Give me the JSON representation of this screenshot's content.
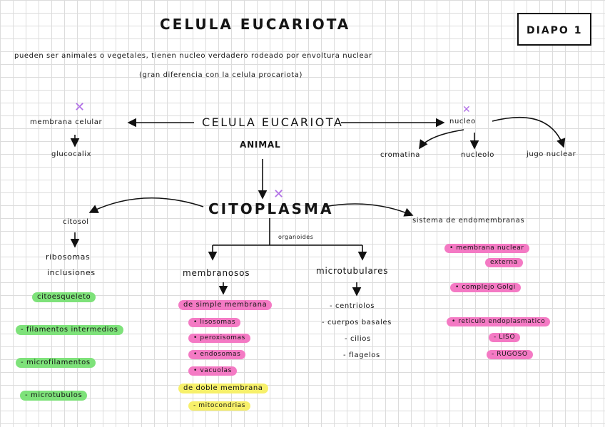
{
  "title": "CELULA    EUCARIOTA",
  "slide_label": "DIAPO 1",
  "intro_line1": "pueden ser animales o vegetales, tienen nucleo verdadero rodeado por envoltura nuclear",
  "intro_line2": "(gran diferencia con la celula procariota)",
  "center": {
    "line1": "CELULA EUCARIOTA",
    "line2": "ANIMAL"
  },
  "membrana": {
    "label": "membrana celular",
    "child": "glucocalix"
  },
  "nucleo": {
    "label": "nucleo",
    "children": [
      "cromatina",
      "nucleolo",
      "jugo nuclear"
    ]
  },
  "citoplasma": {
    "label": "CITOPLASMA",
    "branch_label": "organoides"
  },
  "citosol": {
    "label": "citosol",
    "children": [
      "ribosomas",
      "inclusiones"
    ],
    "highlights": [
      "citoesqueleto",
      "- filamentos intermedios",
      "- microfilamentos",
      "- microtubulos"
    ]
  },
  "membranosos": {
    "label": "membranosos",
    "simple": "de simple membrana",
    "simple_items": [
      "• lisosomas",
      "• peroxisomas",
      "• endosomas",
      "• vacuolas"
    ],
    "doble": "de doble membrana",
    "doble_items": [
      "- mitocondrias"
    ]
  },
  "microtubulares": {
    "label": "microtubulares",
    "items": [
      "- centriolos",
      "- cuerpos basales",
      "- cilios",
      "- flagelos"
    ]
  },
  "endomembranas": {
    "label": "sistema de endomembranas",
    "items": [
      "• membrana nuclear",
      "externa",
      "• complejo Golgi",
      "• reticulo endoplasmatico",
      "- LISO",
      "- RUGOSO"
    ]
  },
  "colors": {
    "green": "#7ee27a",
    "pink": "#f47ac4",
    "yellow": "#f7f06a",
    "mark": "#b06ee6"
  },
  "marks": [
    "x-mark-icon",
    "x-mark-icon",
    "x-mark-icon"
  ]
}
